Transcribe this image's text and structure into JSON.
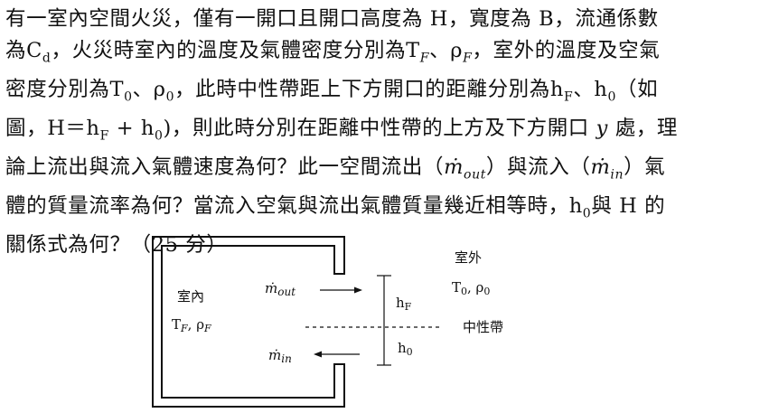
{
  "problem": {
    "lines": [
      "有一室內空間火災，僅有一開口且開口高度為 H，寬度為 B，流通係數",
      "為Cd，火災時室內的溫度及氣體密度分別為TF、ρF，室外的溫度及空氣",
      "密度分別為T0、ρ0，此時中性帶距上下方開口的距離分別為hF、h0（如",
      "圖，H＝hF + h0)，則此時分別在距離中性帶的上方及下方開口 y 處，理",
      "論上流出與流入氣體速度為何？此一空間流出（ṁout）與流入（ṁin）氣",
      "體的質量流率為何？當流入空氣與流出氣體質量幾近相等時，h0與 H 的",
      "關係式為何？（25 分）"
    ]
  },
  "diagram": {
    "indoor_label": "室內",
    "indoor_props": "TF, ρF",
    "outdoor_label": "室外",
    "outdoor_props": "T0, ρ0",
    "mass_out": "ṁout",
    "mass_in": "ṁin",
    "height_upper": "hF",
    "height_lower": "h0",
    "neutral_label": "中性帶"
  }
}
